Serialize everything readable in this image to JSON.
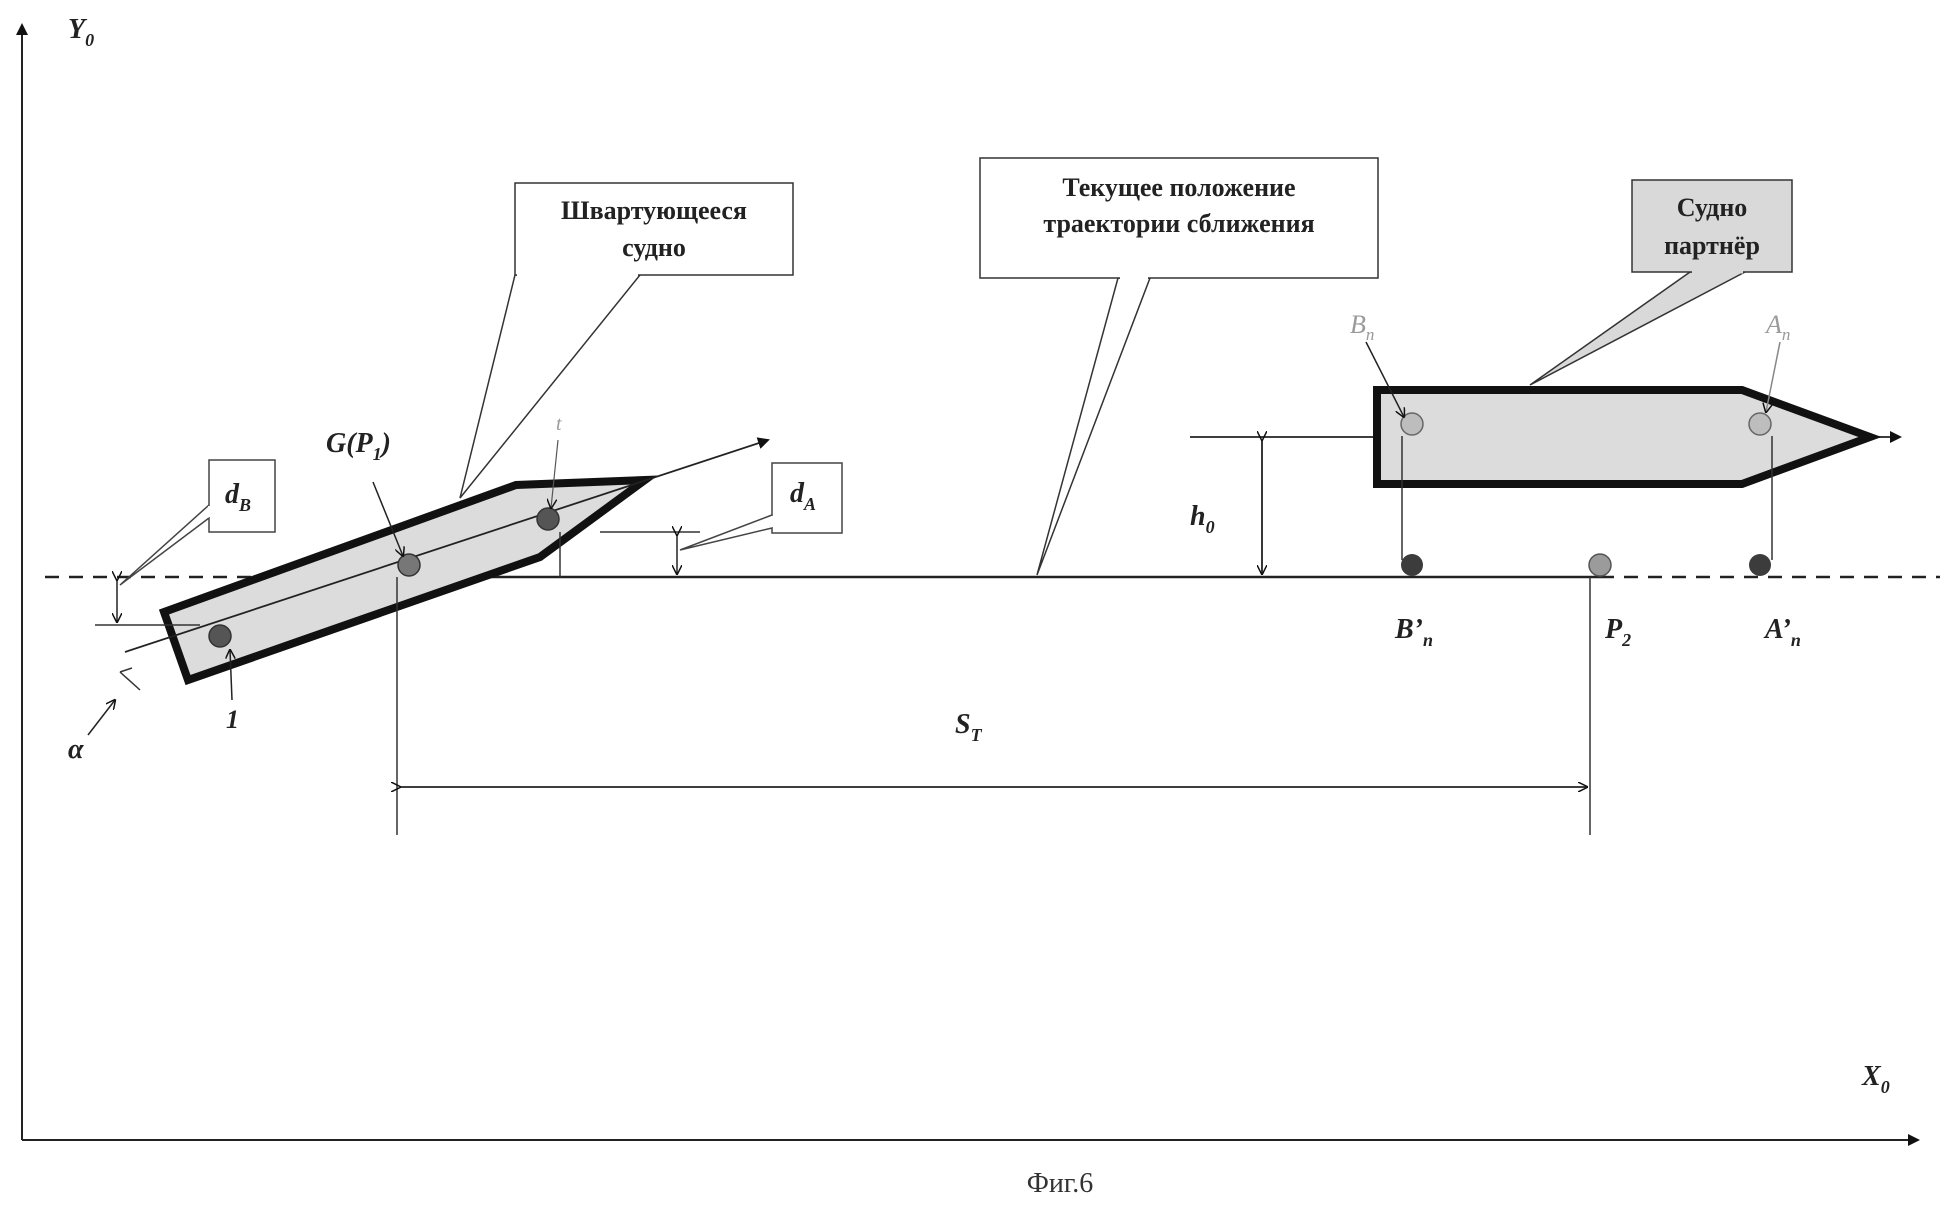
{
  "axes": {
    "x_label_main": "X",
    "x_label_sub": "0",
    "y_label_main": "Y",
    "y_label_sub": "0"
  },
  "callouts": {
    "mooring_vessel": [
      "Швартующееся",
      "судно"
    ],
    "trajectory": [
      "Текущее положение",
      "траектории сближения"
    ],
    "partner_vessel": [
      "Судно",
      "партнёр"
    ]
  },
  "labels": {
    "dB_main": "d",
    "dB_sub": "B",
    "dA_main": "d",
    "dA_sub": "A",
    "G_main": "G(P",
    "G_sub": "1",
    "G_close": ")",
    "h0_main": "h",
    "h0_sub": "0",
    "Bn_main": "B",
    "Bn_sub": "n",
    "An_main": "A",
    "An_sub": "n",
    "Bpn_main": "B’",
    "Bpn_sub": "n",
    "P2_main": "P",
    "P2_sub": "2",
    "Apn_main": "A’",
    "Apn_sub": "n",
    "ST_main": "S",
    "ST_sub": "T",
    "alpha": "α",
    "t_mark": "t",
    "one_mark": "1"
  },
  "caption": "Фиг.6",
  "colors": {
    "hull_fill": "#dcdcdc",
    "partner_box_fill": "#d9d9d9",
    "dark_point": "#3c3c3c",
    "light_point": "#9b9b9b"
  }
}
